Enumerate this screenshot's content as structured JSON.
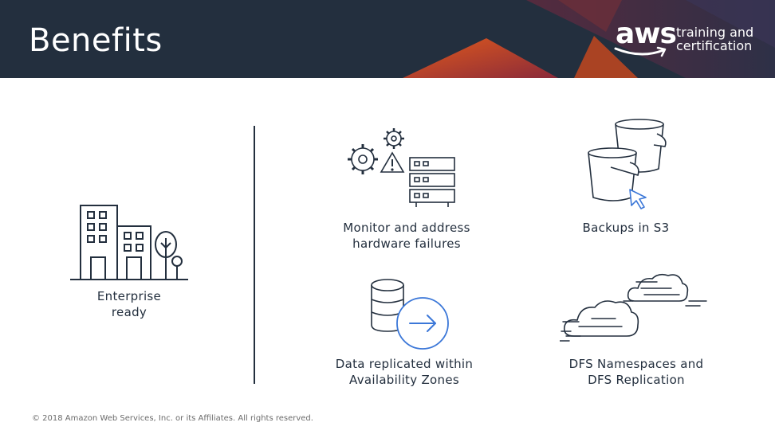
{
  "slide": {
    "title": "Benefits",
    "logo": {
      "wordmark": "aws",
      "subtitle_line1": "training and",
      "subtitle_line2": "certification"
    }
  },
  "left_panel": {
    "icon": "office-building-icon",
    "label_line1": "Enterprise",
    "label_line2": "ready"
  },
  "benefits": [
    {
      "icon": "server-failure-icon",
      "line1": "Monitor and address",
      "line2": "hardware failures"
    },
    {
      "icon": "s3-buckets-icon",
      "line1": "Backups in S3",
      "line2": ""
    },
    {
      "icon": "database-replication-icon",
      "line1": "Data replicated within",
      "line2": "Availability Zones"
    },
    {
      "icon": "clouds-icon",
      "line1": "DFS Namespaces and",
      "line2": "DFS Replication"
    }
  ],
  "footer": "© 2018 Amazon Web Services, Inc. or its Affiliates. All rights reserved.",
  "colors": {
    "header_bg": "#232f3e",
    "icon_stroke": "#232f3e",
    "accent_blue": "#3b77d8",
    "accent_orange": "#e05a1c"
  }
}
